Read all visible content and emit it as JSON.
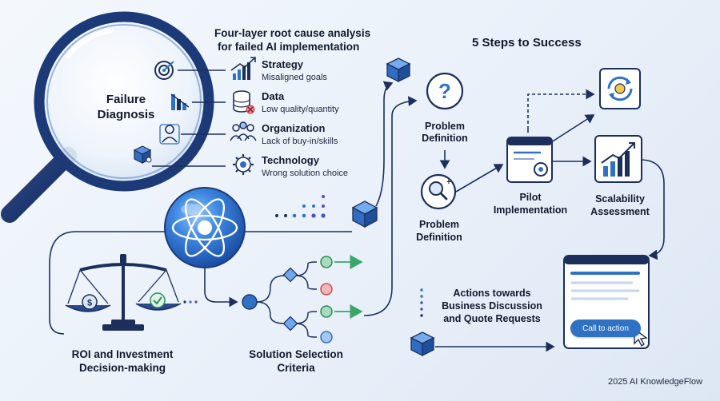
{
  "header": {
    "analysis_title_line1": "Four-layer root cause analysis",
    "analysis_title_line2": "for failed AI implementation",
    "steps_title": "5 Steps to Success"
  },
  "magnifier": {
    "label_line1": "Failure",
    "label_line2": "Diagnosis"
  },
  "layers": [
    {
      "title": "Strategy",
      "subtitle": "Misaligned goals",
      "icon": "growth-chart-icon"
    },
    {
      "title": "Data",
      "subtitle": "Low quality/quantity",
      "icon": "database-error-icon"
    },
    {
      "title": "Organization",
      "subtitle": "Lack of buy-in/skills",
      "icon": "people-group-icon"
    },
    {
      "title": "Technology",
      "subtitle": "Wrong solution choice",
      "icon": "gear-chip-icon"
    }
  ],
  "steps": {
    "problem_definition_top": {
      "line1": "Problem",
      "line2": "Definition"
    },
    "problem_definition_bottom": {
      "line1": "Problem",
      "line2": "Definition"
    },
    "pilot": {
      "line1": "Pilot",
      "line2": "Implementation"
    },
    "scalability": {
      "line1": "Scalability",
      "line2": "Assessment"
    }
  },
  "roi": {
    "line1": "ROI and Investment",
    "line2": "Decision-making"
  },
  "solution_selection": {
    "line1": "Solution Selection",
    "line2": "Criteria"
  },
  "actions": {
    "line1": "Actions towards",
    "line2": "Business Discussion",
    "line3": "and Quote Requests"
  },
  "cta": {
    "label": "Call to action"
  },
  "footer": {
    "credit": "2025 AI KnowledgeFlow"
  },
  "colors": {
    "navy": "#1c2f5c",
    "accent_blue": "#2f72c4",
    "green": "#3aa56b",
    "pink": "#e7848c",
    "violet": "#4b4fc4"
  }
}
